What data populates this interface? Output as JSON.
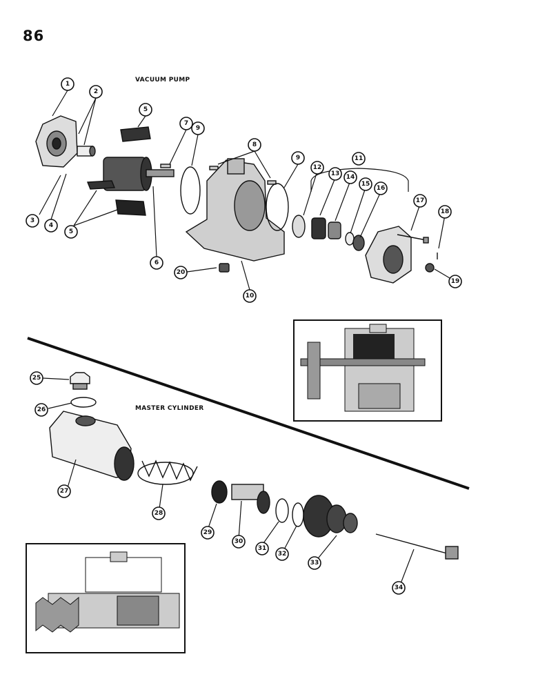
{
  "page_number": "86",
  "sections": {
    "vacuum_pump": "VACUUM PUMP",
    "master_cylinder": "MASTER CYLINDER"
  },
  "callouts": [
    "1",
    "2",
    "3",
    "4",
    "5",
    "5",
    "6",
    "7",
    "8",
    "9",
    "9",
    "10",
    "11",
    "12",
    "13",
    "14",
    "15",
    "16",
    "17",
    "18",
    "19",
    "20",
    "25",
    "26",
    "27",
    "28",
    "29",
    "30",
    "31",
    "32",
    "33",
    "34"
  ],
  "colors": {
    "ink": "#111111",
    "paper": "#ffffff"
  }
}
